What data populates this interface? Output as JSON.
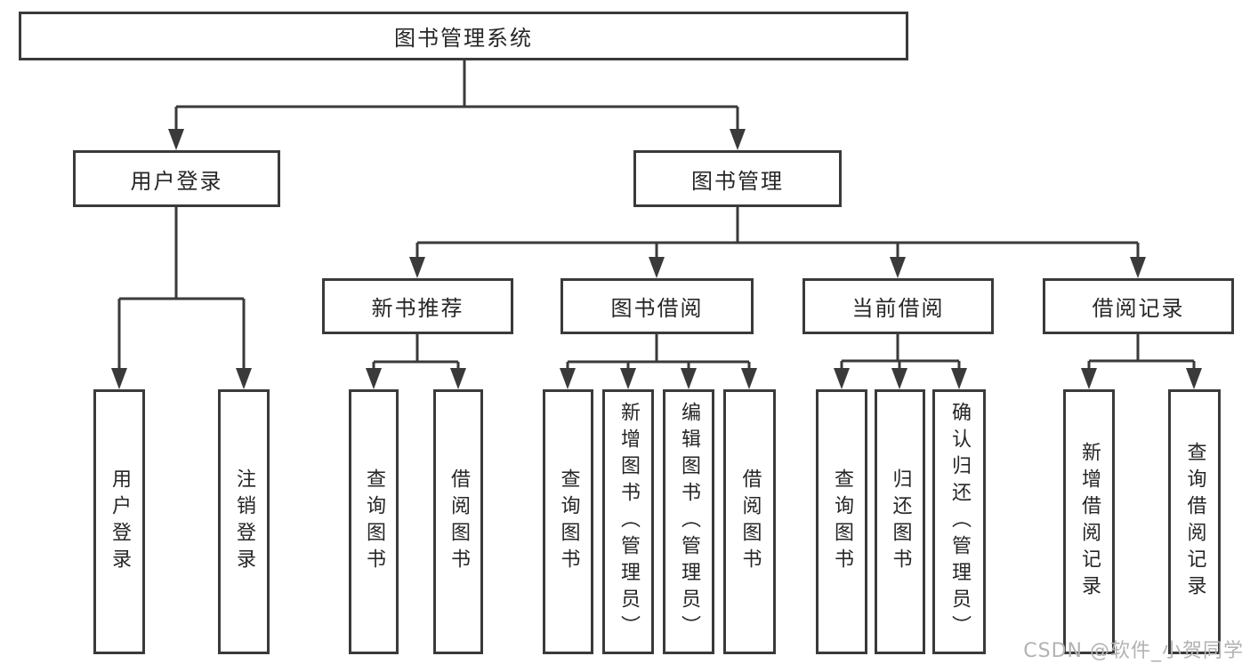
{
  "diagram_type": "hierarchy-tree",
  "tree": {
    "label": "图书管理系统",
    "children": [
      {
        "label": "用户登录",
        "children": [
          {
            "label": "用户登录"
          },
          {
            "label": "注销登录"
          }
        ]
      },
      {
        "label": "图书管理",
        "children": [
          {
            "label": "新书推荐",
            "children": [
              {
                "label": "查询图书"
              },
              {
                "label": "借阅图书"
              }
            ]
          },
          {
            "label": "图书借阅",
            "children": [
              {
                "label": "查询图书"
              },
              {
                "label": "新增图书（管理员）"
              },
              {
                "label": "编辑图书（管理员）"
              },
              {
                "label": "借阅图书"
              }
            ]
          },
          {
            "label": "当前借阅",
            "children": [
              {
                "label": "查询图书"
              },
              {
                "label": "归还图书"
              },
              {
                "label": "确认归还（管理员）"
              }
            ]
          },
          {
            "label": "借阅记录",
            "children": [
              {
                "label": "新增借阅记录"
              },
              {
                "label": "查询借阅记录"
              }
            ]
          }
        ]
      }
    ]
  },
  "watermark": "CSDN @软件_小贺同学",
  "colors": {
    "line": "#3a3a3a",
    "border": "#3a3a3a",
    "text": "#262626",
    "watermark": "#b2b2b2",
    "background": "#ffffff"
  }
}
